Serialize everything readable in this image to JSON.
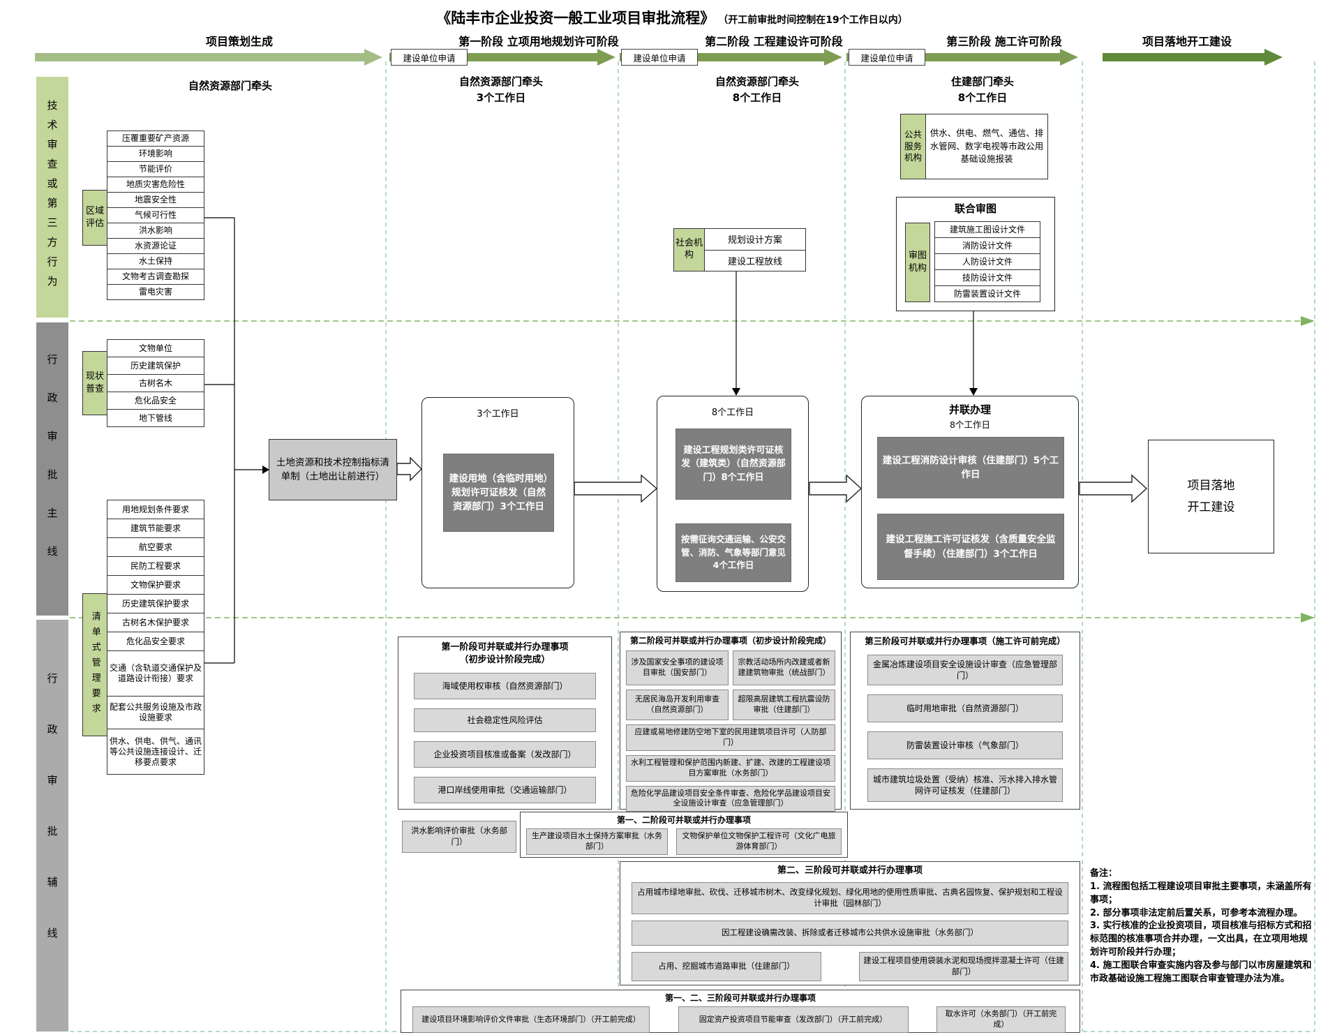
{
  "title": {
    "main": "《陆丰市企业投资一般工业项目审批流程》",
    "sub": "（开工前审批时间控制在19个工作日以内）"
  },
  "colors": {
    "arrow_green": "#7e9d53",
    "label_green": "#c4d79b",
    "dark_box_gray": "#7f7f7f",
    "item_gray": "#d9d9d9",
    "sidebar_main_gray": "#8e8e8e",
    "sidebar_aux_gray": "#ababab",
    "dashed_guide_green": "#9ccfae"
  },
  "phases": {
    "p0": "项目策划生成",
    "p1": "第一阶段  立项用地规划许可阶段",
    "p2": "第二阶段  工程建设许可阶段",
    "p3": "第三阶段  施工许可阶段",
    "p4": "项目落地开工建设",
    "apply1": "建设单位申请",
    "apply2": "建设单位申请",
    "apply3": "建设单位申请"
  },
  "leads": {
    "l0": "自然资源部门牵头",
    "l1a": "自然资源部门牵头",
    "l1b": "3个工作日",
    "l2a": "自然资源部门牵头",
    "l2b": "8个工作日",
    "l3a": "住建部门牵头",
    "l3b": "8个工作日"
  },
  "sidebar": {
    "tech": "技术审查或第三方行为",
    "main": "行政审批主线",
    "aux": "行政审批辅线"
  },
  "region_eval": {
    "label": "区域评估",
    "items": [
      "压覆重要矿产资源",
      "环境影响",
      "节能评价",
      "地质灾害危险性",
      "地震安全性",
      "气候可行性",
      "洪水影响",
      "水资源论证",
      "水土保持",
      "文物考古调查勘探",
      "雷电灾害"
    ]
  },
  "status_survey": {
    "label": "现状普查",
    "items": [
      "文物单位",
      "历史建筑保护",
      "古树名木",
      "危化品安全",
      "地下管线"
    ]
  },
  "checklist": {
    "label": "清单式管理要求",
    "items": [
      "用地规划条件要求",
      "建筑节能要求",
      "航空要求",
      "民防工程要求",
      "文物保护要求",
      "历史建筑保护要求",
      "古树名木保护要求",
      "危化品安全要求",
      "交通（含轨道交通保护及道路设计衔接）要求",
      "配套公共服务设施及市政设施要求",
      "供水、供电、供气、通讯等公共设施连接设计、迁移要点要求"
    ]
  },
  "land_box": "土地资源和技术控制指标清单制（土地出让前进行）",
  "stage1": {
    "days": "3个工作日",
    "box": "建设用地（含临时用地）规划许可证核发（自然资源部门）3个工作日"
  },
  "stage2": {
    "days": "8个工作日",
    "box1": "建设工程规划类许可证核发（建筑类）（自然资源部门）8个工作日",
    "box2": "按需征询交通运输、公安交管、消防、气象等部门意见 4个工作日"
  },
  "social": {
    "label": "社会机构",
    "item1": "规划设计方案",
    "item2": "建设工程放线"
  },
  "stage3": {
    "title": "并联办理",
    "days": "8个工作日",
    "box1": "建设工程消防设计审核（住建部门）5个工作日",
    "box2": "建设工程施工许可证核发（含质量安全监督手续）（住建部门）3个工作日"
  },
  "public_service": {
    "label": "公共服务机构",
    "text": "供水、供电、燃气、通信、排水管网、数字电视等市政公用基础设施报装"
  },
  "joint_review": {
    "title": "联合审图",
    "label": "审图机构",
    "items": [
      "建筑施工图设计文件",
      "消防设计文件",
      "人防设计文件",
      "技防设计文件",
      "防雷装置设计文件"
    ]
  },
  "final_box": "项目落地开工建设",
  "section1": {
    "title1": "第一阶段可并联或并行办理事项",
    "title2": "（初步设计阶段完成）",
    "items": [
      "海域使用权审核（自然资源部门）",
      "社会稳定性风险评估",
      "企业投资项目核准或备案（发改部门）",
      "港口岸线使用审批（交通运输部门）"
    ]
  },
  "section2": {
    "title": "第二阶段可并联或并行办理事项（初步设计阶段完成）",
    "items": [
      "涉及国家安全事项的建设项目审批（国安部门）",
      "宗教活动场所内改建或者新建建筑物审批（统战部门）",
      "无居民海岛开发利用审查（自然资源部门）",
      "超限高层建筑工程抗震设防审批（住建部门）",
      "应建或易地修建防空地下室的民用建筑项目许可（人防部门）",
      "水利工程管理和保护范围内新建、扩建、改建的工程建设项目方案审批（水务部门）",
      "危险化学品建设项目安全条件审查、危险化学品建设项目安全设施设计审查（应急管理部门）"
    ]
  },
  "section3": {
    "title": "第三阶段可并联或并行办理事项（施工许可前完成）",
    "items": [
      "金属冶炼建设项目安全设施设计审查（应急管理部门）",
      "临时用地审批（自然资源部门）",
      "防雷装置设计审核（气象部门）",
      "城市建筑垃圾处置（受纳）核准、污水排入排水管网许可证核发（住建部门）"
    ]
  },
  "section12": {
    "title": "第一、二阶段可并联或并行办理事项",
    "item0": "洪水影响评价审批（水务部门）",
    "item1": "生产建设项目水土保持方案审批（水务部门）",
    "item2": "文物保护单位文物保护工程许可（文化广电旅游体育部门）"
  },
  "section23": {
    "title": "第二、三阶段可并联或并行办理事项",
    "items": [
      "占用城市绿地审批、砍伐、迁移城市树木、改变绿化规划、绿化用地的使用性质审批、古典名园恢复、保护规划和工程设计审批（园林部门）",
      "因工程建设确需改装、拆除或者迁移城市公共供水设施审批（水务部门）",
      "占用、挖掘城市道路审批（住建部门）",
      "建设工程项目使用袋装水泥和现场搅拌混凝土许可（住建部门）"
    ]
  },
  "section123": {
    "title": "第一、二、三阶段可并联或并行办理事项",
    "items": [
      "建设项目环境影响评价文件审批（生态环境部门）（开工前完成）",
      "固定资产投资项目节能审查（发改部门）（开工前完成）",
      "取水许可（水务部门）（开工前完成）"
    ]
  },
  "notes": {
    "title": "备注：",
    "lines": [
      "1. 流程图包括工程建设项目审批主要事项，未涵盖所有事项；",
      "2. 部分事项非法定前后置关系，可参考本流程办理。",
      "3. 实行核准的企业投资项目，项目核准与招标方式和招标范围的核准事项合并办理，一文出具，在立项用地规划许可阶段并行办理；",
      "4. 施工图联合审查实施内容及参与部门以市房屋建筑和市政基础设施工程施工图联合审查管理办法为准。"
    ]
  }
}
